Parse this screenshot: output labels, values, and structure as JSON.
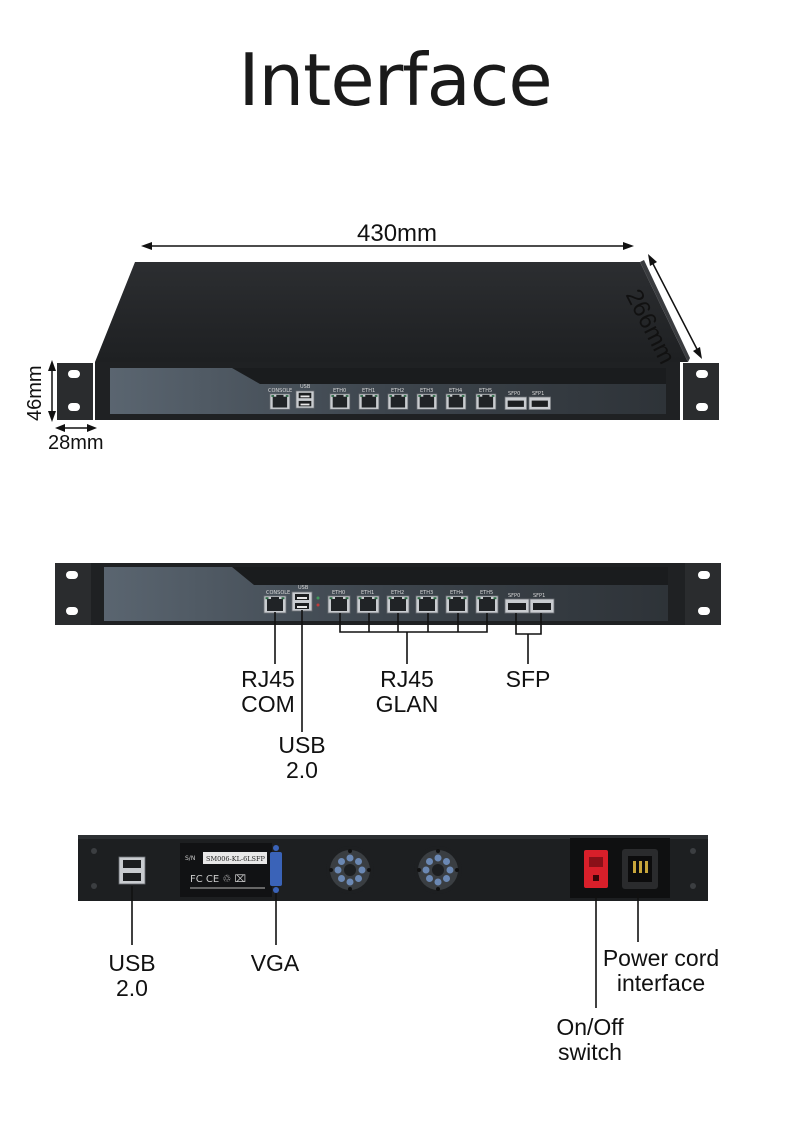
{
  "title": "Interface",
  "dimensions": {
    "width": "430mm",
    "depth": "266mm",
    "height": "46mm",
    "ear": "28mm"
  },
  "port_labels": [
    "CONSOLE",
    "USB",
    "ETH0",
    "ETH1",
    "ETH2",
    "ETH3",
    "ETH4",
    "ETH5",
    "SFP0",
    "SFP1"
  ],
  "front_callouts": {
    "rj45_com": [
      "RJ45",
      "COM"
    ],
    "usb": [
      "USB",
      "2.0"
    ],
    "rj45_glan": [
      "RJ45",
      "GLAN"
    ],
    "sfp": "SFP"
  },
  "rear_callouts": {
    "usb": [
      "USB",
      "2.0"
    ],
    "vga": "VGA",
    "power": [
      "Power cord",
      "interface"
    ],
    "switch": [
      "On/Off",
      "switch"
    ]
  },
  "serial_label": "S/N",
  "serial_number": "SM006-KL-6LSFP",
  "cert_marks": "FC CE ♲ ⌧",
  "colors": {
    "chassis": "#26282b",
    "panel": "#3e464e",
    "port_green": "#2f6b47",
    "switch_red": "#d81f2a"
  }
}
